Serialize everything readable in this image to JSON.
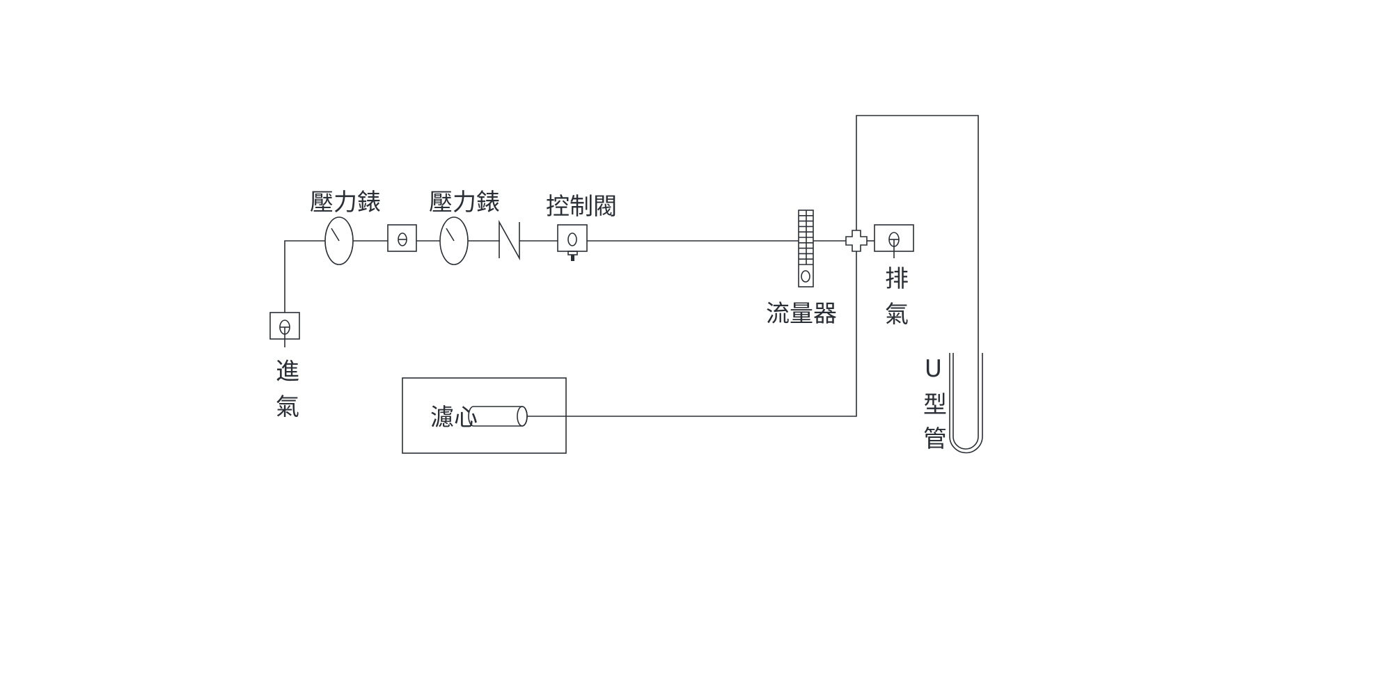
{
  "diagram": {
    "labels": {
      "inlet": [
        "進",
        "氣"
      ],
      "gauge1": "壓力錶",
      "gauge2": "壓力錶",
      "control_valve": "控制閥",
      "flowmeter": "流量器",
      "exhaust": [
        "排",
        "氣"
      ],
      "filter": "濾心",
      "u_tube": [
        "U",
        "型",
        "管"
      ]
    },
    "colors": {
      "line": "#2a2e35",
      "background": "#ffffff"
    }
  }
}
